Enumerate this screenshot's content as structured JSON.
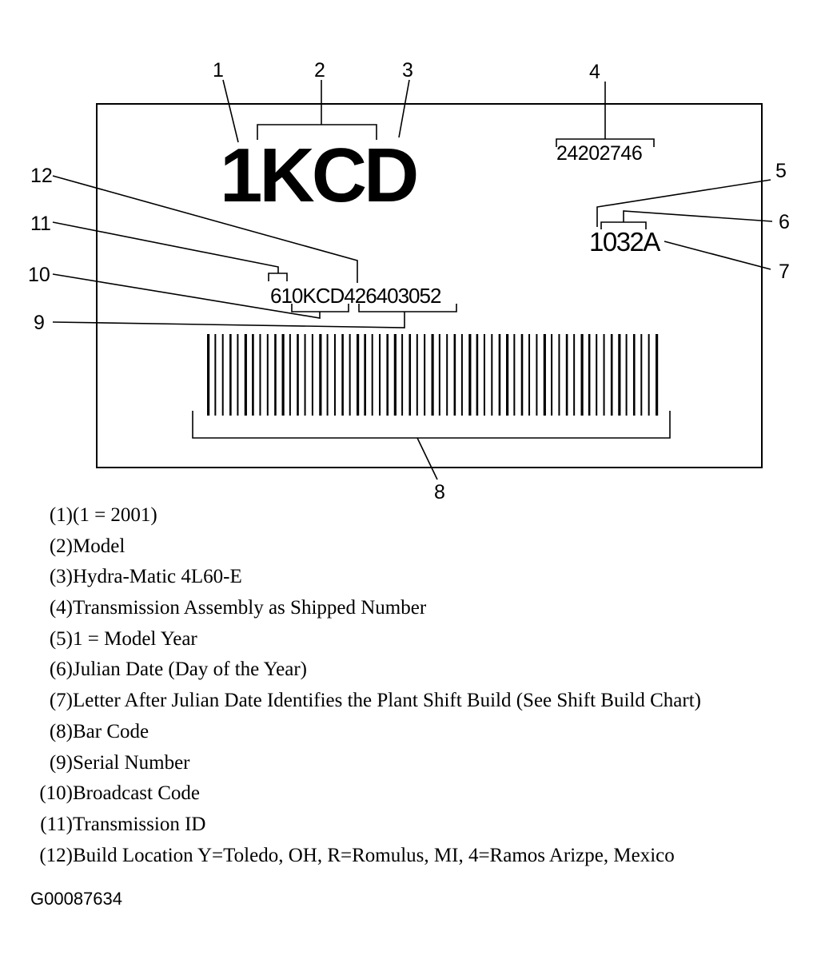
{
  "label": {
    "model_code": "1KCD",
    "assembly_number": "24202746",
    "date_code": "1032A",
    "id_code": "610KCD426403052"
  },
  "callouts": [
    "1",
    "2",
    "3",
    "4",
    "5",
    "6",
    "7",
    "8",
    "9",
    "10",
    "11",
    "12"
  ],
  "legend": [
    {
      "num": "(1)",
      "text": "(1 = 2001)"
    },
    {
      "num": "(2)",
      "text": "Model"
    },
    {
      "num": "(3)",
      "text": "Hydra-Matic 4L60-E"
    },
    {
      "num": "(4)",
      "text": "Transmission Assembly as Shipped Number"
    },
    {
      "num": "(5)",
      "text": "1 = Model Year"
    },
    {
      "num": "(6)",
      "text": "Julian Date (Day of the Year)"
    },
    {
      "num": "(7)",
      "text": "Letter After Julian Date Identifies the Plant Shift Build (See Shift Build Chart)"
    },
    {
      "num": "(8)",
      "text": "Bar Code"
    },
    {
      "num": "(9)",
      "text": "Serial Number"
    },
    {
      "num": "(10)",
      "text": "Broadcast Code"
    },
    {
      "num": "(11)",
      "text": "Transmission ID"
    },
    {
      "num": "(12)",
      "text": "Build Location Y=Toledo, OH, R=Romulus, MI, 4=Ramos Arizpe, Mexico"
    }
  ],
  "figure_id": "G00087634"
}
